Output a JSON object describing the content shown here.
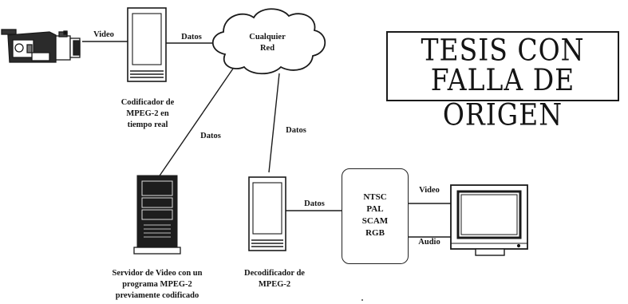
{
  "stamp": {
    "line1": "TESIS CON",
    "line2": "FALLA DE ORIGEN"
  },
  "cloud": {
    "line1": "Cualquier",
    "line2": "Red"
  },
  "links": {
    "camera_to_encoder": "Video",
    "encoder_to_cloud": "Datos",
    "cloud_to_server": "Datos",
    "cloud_to_decoder": "Datos",
    "decoder_to_converter": "Datos",
    "converter_to_monitor_video": "Video",
    "converter_to_monitor_audio": "Audio"
  },
  "encoder": {
    "caption": [
      "Codificador de",
      "MPEG-2 en",
      "tiempo real"
    ]
  },
  "server": {
    "caption": [
      "Servidor de Video con un",
      "programa MPEG-2",
      "previamente codificado"
    ]
  },
  "decoder": {
    "caption": [
      "Decodificador de",
      "MPEG-2"
    ]
  },
  "converter": {
    "lines": [
      "NTSC",
      "PAL",
      "SCAM",
      "RGB"
    ]
  },
  "icons": [
    "video-camera-icon",
    "encoder-tower-icon",
    "cloud-icon",
    "server-tower-icon",
    "decoder-tower-icon",
    "monitor-icon"
  ]
}
